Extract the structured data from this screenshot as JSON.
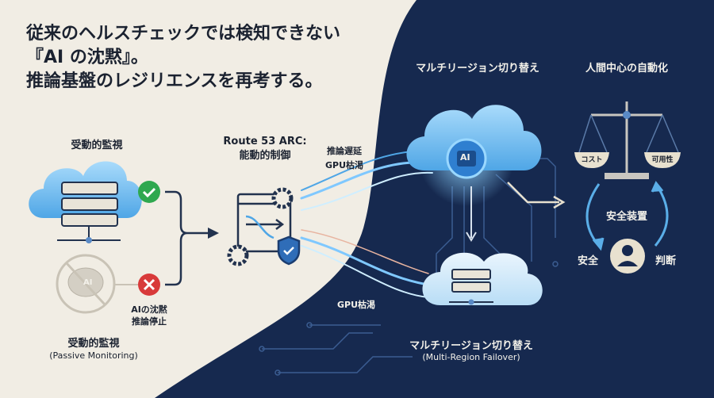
{
  "headline": {
    "line1": "従来のヘルスチェックでは検知できない",
    "line2": "『AI の沈黙』。",
    "line3": "推論基盤のレジリエンスを再考する。"
  },
  "passive": {
    "top_label": "受動的監視",
    "silence_label_1": "AIの沈黙",
    "silence_label_2": "推論停止",
    "bottom_label": "受動的監視",
    "bottom_sub": "(Passive Monitoring)",
    "brain_text": "AI"
  },
  "arc": {
    "label_1": "Route 53 ARC:",
    "label_2": "能動的制御"
  },
  "signals": {
    "latency": "推論遅延",
    "gpu_top": "GPU枯渇",
    "gpu_bottom": "GPU枯渇"
  },
  "failover": {
    "top_label": "マルチリージョン切り替え",
    "brain_text": "AI",
    "bottom_label": "マルチリージョン切り替え",
    "bottom_sub": "(Multi-Region Failover)"
  },
  "human": {
    "title": "人間中心の自動化",
    "pan_left": "コスト",
    "pan_right": "可用性",
    "center": "安全装置",
    "left": "安全",
    "right": "判断"
  },
  "colors": {
    "background": "#f1ede4",
    "navy": "#16294f",
    "cloud": "#5fb3ea",
    "ok": "#2fa84f",
    "error": "#d83a3a"
  }
}
